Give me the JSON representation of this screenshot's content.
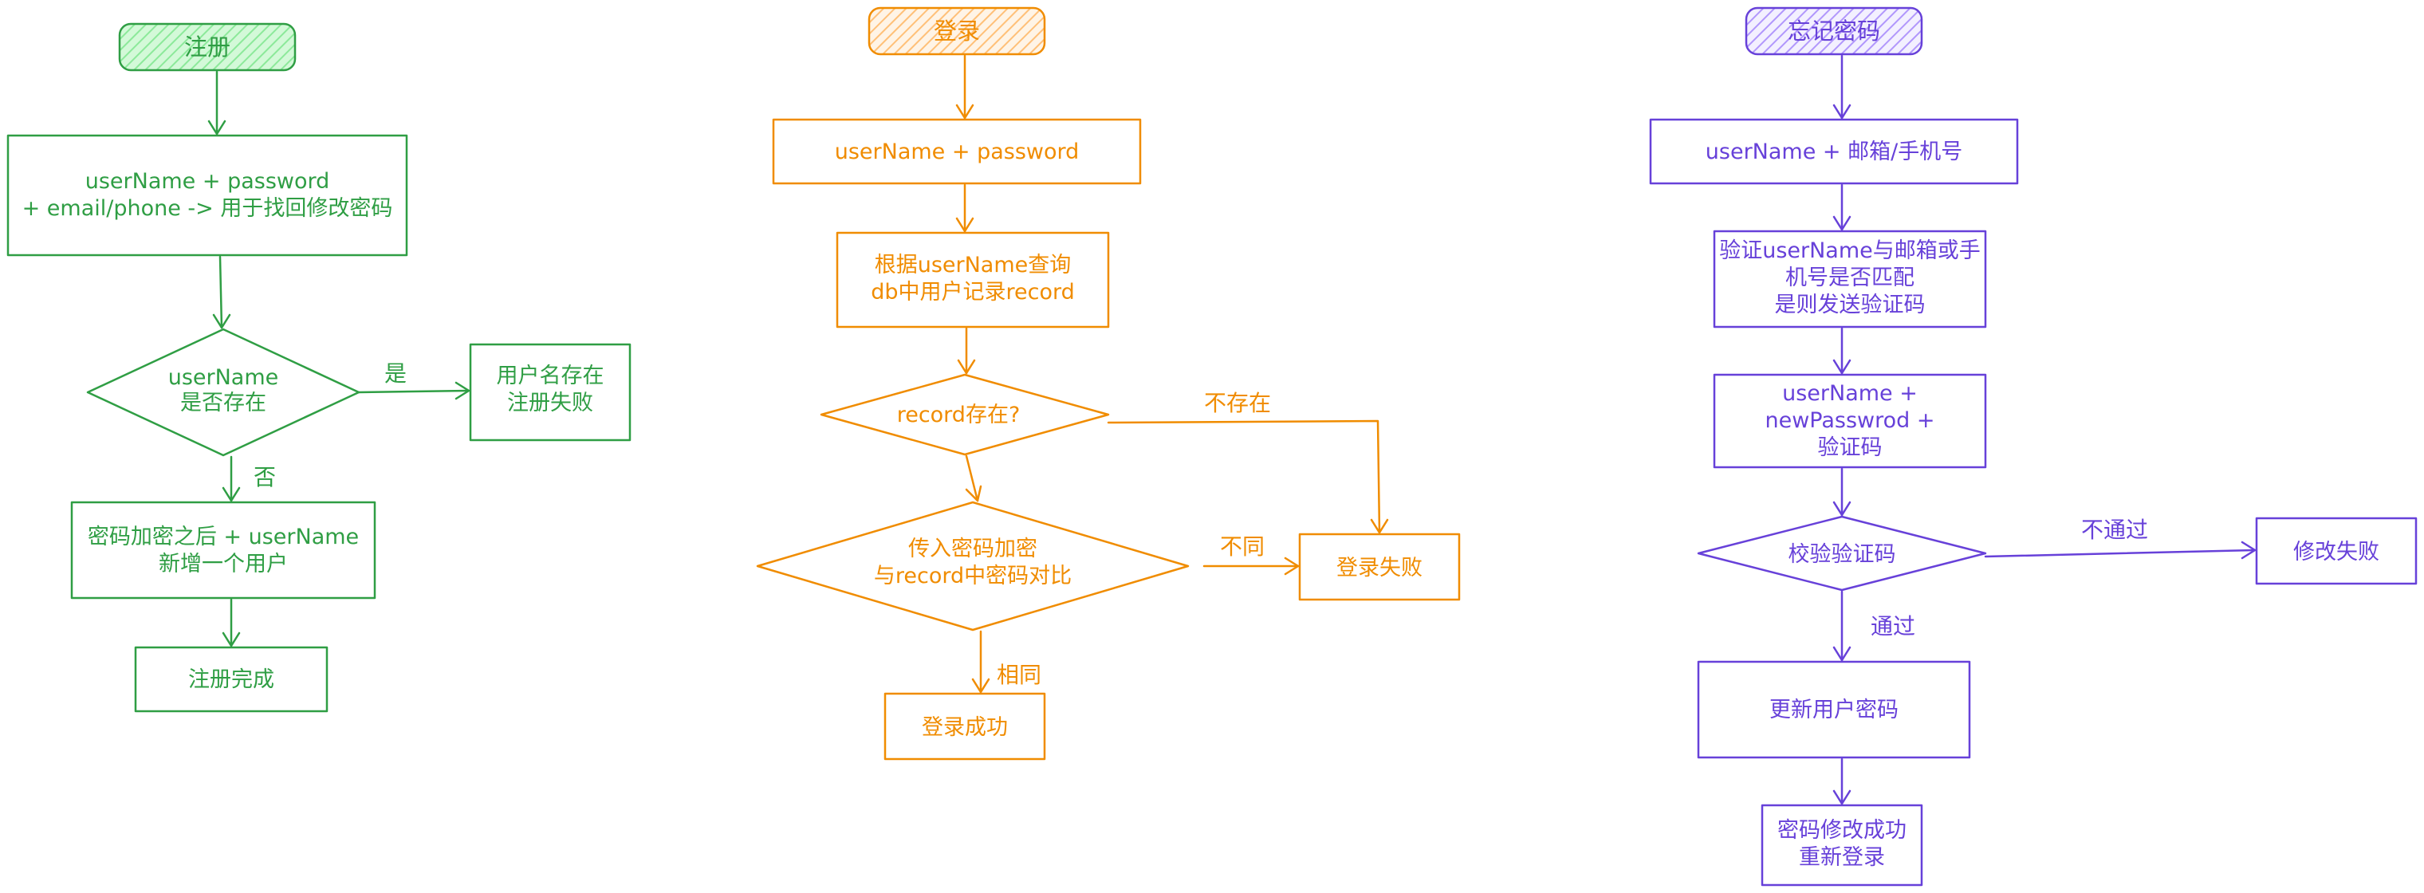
{
  "colors": {
    "register": "#2f9e44",
    "register_fill": "#b2f2bb",
    "login": "#f08c00",
    "login_fill": "#ffd8a8",
    "forgot": "#6741d9",
    "forgot_fill": "#d0bfff"
  },
  "register": {
    "start": "注册",
    "input": [
      "userName + password",
      "+ email/phone -> 用于找回修改密码"
    ],
    "check": [
      "userName",
      "是否存在"
    ],
    "yes_label": "是",
    "no_label": "否",
    "fail": [
      "用户名存在",
      "注册失败"
    ],
    "create": [
      "密码加密之后 + userName",
      "新增一个用户"
    ],
    "done": "注册完成"
  },
  "login": {
    "start": "登录",
    "input": "userName + password",
    "query": [
      "根据userName查询",
      "db中用户记录record"
    ],
    "exists_check": "record存在?",
    "not_exist_label": "不存在",
    "compare": [
      "传入密码加密",
      "与record中密码对比"
    ],
    "diff_label": "不同",
    "same_label": "相同",
    "fail": "登录失败",
    "success": "登录成功"
  },
  "forgot": {
    "start": "忘记密码",
    "input": "userName + 邮箱/手机号",
    "verify": [
      "验证userName与邮箱或手",
      "机号是否匹配",
      "是则发送验证码"
    ],
    "new_input": [
      "userName +",
      "newPasswrod +",
      "验证码"
    ],
    "check_code": "校验验证码",
    "not_pass_label": "不通过",
    "pass_label": "通过",
    "fail": "修改失败",
    "update": "更新用户密码",
    "done": [
      "密码修改成功",
      "重新登录"
    ]
  }
}
